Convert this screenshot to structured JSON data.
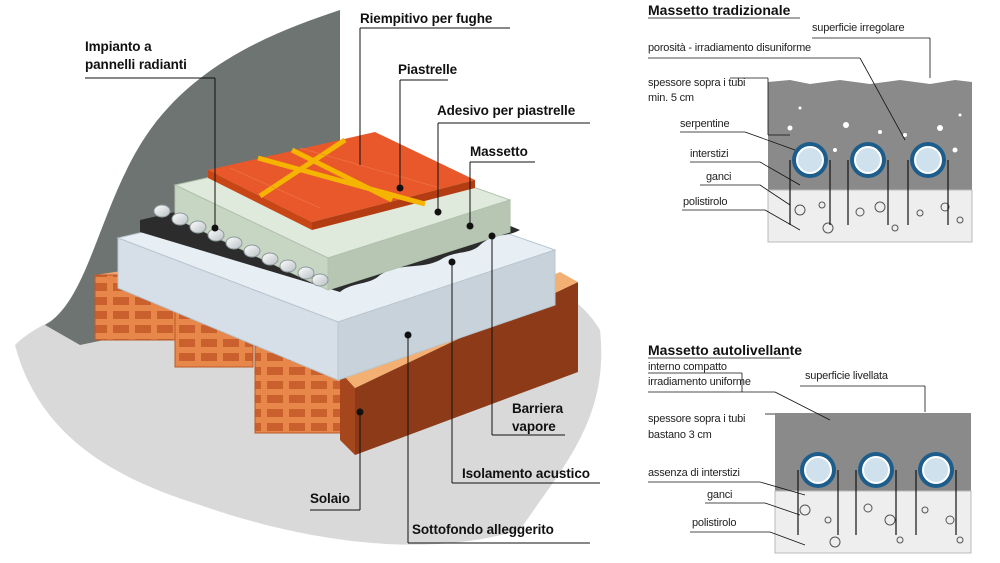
{
  "left_diagram": {
    "labels": {
      "impianto": "Impianto a",
      "impianto2": "pannelli radianti",
      "riempitivo": "Riempitivo per fughe",
      "piastrelle": "Piastrelle",
      "adesivo": "Adesivo per piastrelle",
      "massetto": "Massetto",
      "barriera": "Barriera",
      "barriera2": "vapore",
      "isolamento": "Isolamento acustico",
      "solaio": "Solaio",
      "sottofondo": "Sottofondo alleggerito"
    }
  },
  "section_traditional": {
    "title": "Massetto tradizionale",
    "labels": {
      "superficie": "superficie irregolare",
      "porosita": "porosità - irradiamento disuniforme",
      "spessore1": "spessore sopra i tubi",
      "spessore2": "min. 5 cm",
      "serpentine": "serpentine",
      "interstizi": "interstizi",
      "ganci": "ganci",
      "polistirolo": "polistirolo"
    }
  },
  "section_self_leveling": {
    "title": "Massetto autolivellante",
    "labels": {
      "interno": "interno compatto",
      "irradiamento": "irradiamento uniforme",
      "superficie": "superficie livellata",
      "spessore1": "spessore sopra i tubi",
      "spessore2": "bastano 3 cm",
      "assenza": "assenza di interstizi",
      "ganci": "ganci",
      "polistirolo": "polistirolo"
    }
  },
  "colors": {
    "tile": "#e8582a",
    "grout": "#f5b400",
    "screed": "#d8e6d6",
    "insulation": "#dde6ee",
    "brick": "#e8874a",
    "wall": "#6e7472",
    "floor_shadow": "#d6d6d6",
    "section_screed": "#8a8a8a",
    "pipe_blue": "#1c5d8c"
  }
}
